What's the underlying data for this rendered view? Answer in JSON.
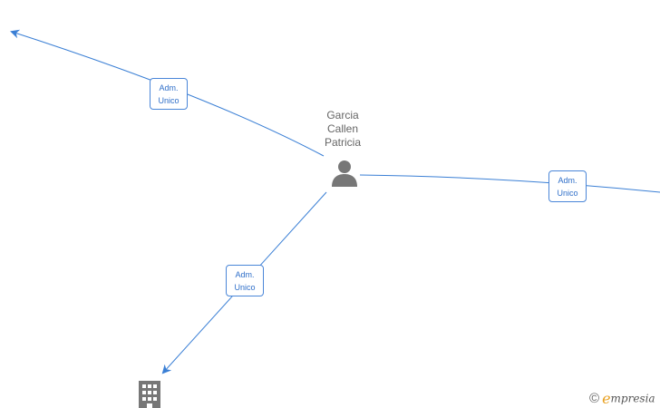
{
  "center_node": {
    "name_lines": [
      "Garcia",
      "Callen",
      "Patricia"
    ],
    "icon": "person-icon"
  },
  "relations": [
    {
      "label_lines": [
        "Adm.",
        "Unico"
      ]
    },
    {
      "label_lines": [
        "Adm.",
        "Unico"
      ]
    },
    {
      "label_lines": [
        "Adm.",
        "Unico"
      ]
    }
  ],
  "company_node": {
    "icon": "building-icon"
  },
  "brand": {
    "copyright_symbol": "©",
    "initial": "e",
    "rest": "mpresia"
  },
  "colors": {
    "edge": "#3a7fd5",
    "node_icon": "#777777",
    "label_border": "#4a86d8",
    "label_text": "#2f6fc9",
    "brand_accent": "#e8a020"
  }
}
